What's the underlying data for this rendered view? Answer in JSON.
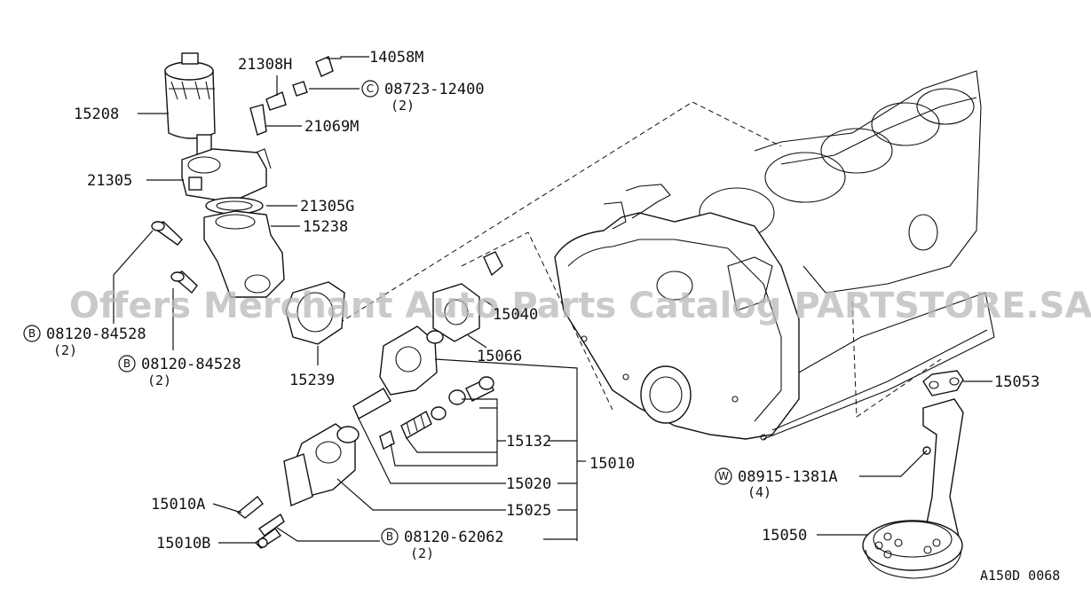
{
  "watermark": "Offers Merchant Auto Parts Catalog PARTSTORE.SA",
  "diagram_code": "A150D 0068",
  "labels": {
    "p14058M": "14058M",
    "p21308H": "21308H",
    "p08723": "08723-12400",
    "p08723_qty": "(2)",
    "p08723_sym": "C",
    "p15208": "15208",
    "p21069M": "21069M",
    "p21305": "21305",
    "p21305G": "21305G",
    "p15238": "15238",
    "p08120a": "08120-84528",
    "p08120a_qty": "(2)",
    "p08120a_sym": "B",
    "p08120b": "08120-84528",
    "p08120b_qty": "(2)",
    "p08120b_sym": "B",
    "p15239": "15239",
    "p15040": "15040",
    "p15066": "15066",
    "p15132": "15132",
    "p15010": "15010",
    "p15020": "15020",
    "p15025": "15025",
    "p15010A": "15010A",
    "p15010B": "15010B",
    "p08120c": "08120-62062",
    "p08120c_qty": "(2)",
    "p08120c_sym": "B",
    "p15053": "15053",
    "p08915": "08915-1381A",
    "p08915_qty": "(4)",
    "p08915_sym": "W",
    "p15050": "15050"
  }
}
